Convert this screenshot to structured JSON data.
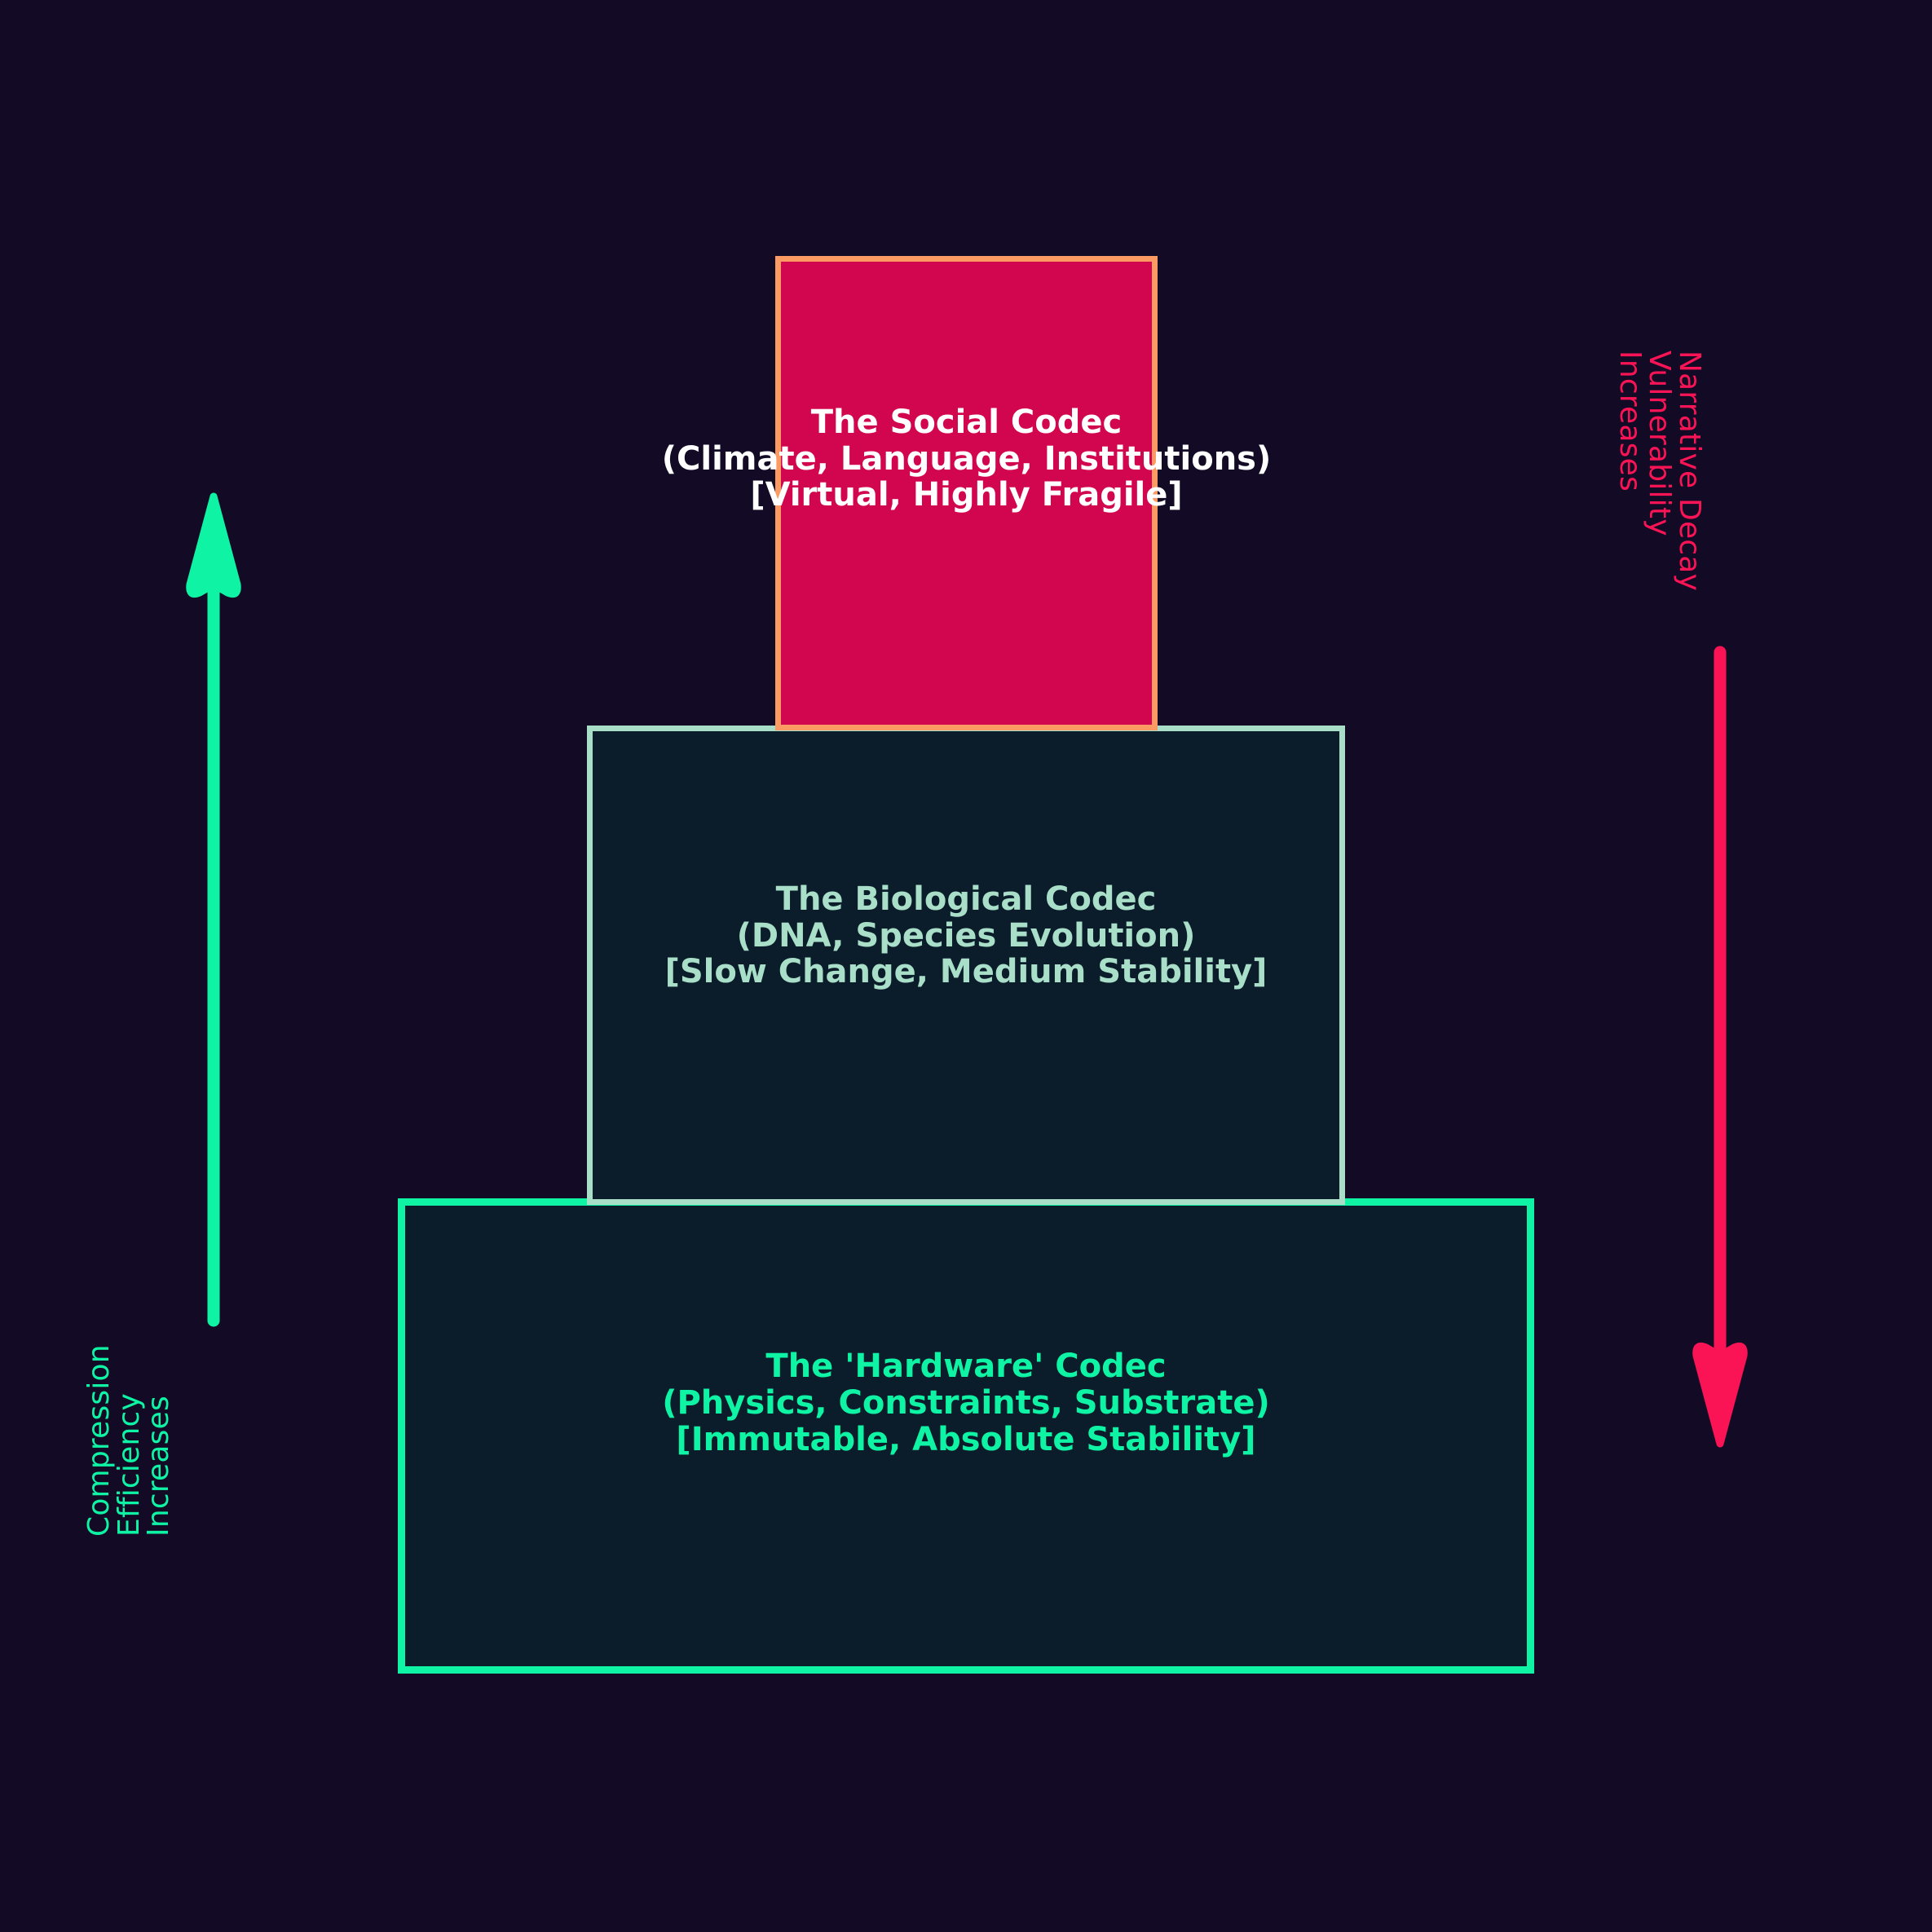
{
  "diagram": {
    "background_color": "#130b26",
    "type": "layered-stack-pyramid",
    "layers": [
      {
        "id": "social",
        "title": "The Social Codec",
        "subtitle": "(Climate, Language, Institutions)",
        "properties": "[Virtual, Highly Fragile]",
        "full_label": "The Social Codec\n(Climate, Language, Institutions)\n[Virtual, Highly Fragile]",
        "fill_color": "#d1064e",
        "border_color": "#fb9a62",
        "text_color": "#ffffff",
        "position": "top",
        "relative_width": "narrowest"
      },
      {
        "id": "biological",
        "title": "The Biological Codec",
        "subtitle": "(DNA, Species Evolution)",
        "properties": "[Slow Change, Medium Stability]",
        "full_label": "The Biological Codec\n(DNA, Species Evolution)\n[Slow Change, Medium Stability]",
        "fill_color": "#0b1d2b",
        "border_color": "#a9dfc9",
        "text_color": "#a9dfc9",
        "position": "middle",
        "relative_width": "medium"
      },
      {
        "id": "hardware",
        "title": "The 'Hardware' Codec",
        "subtitle": "(Physics, Constraints, Substrate)",
        "properties": "[Immutable, Absolute Stability]",
        "full_label": "The 'Hardware' Codec\n(Physics, Constraints, Substrate)\n[Immutable, Absolute Stability]",
        "fill_color": "#0b1d2b",
        "border_color": "#0ff4a4",
        "text_color": "#0ff4a4",
        "position": "bottom",
        "relative_width": "widest"
      }
    ],
    "axes": [
      {
        "id": "left-axis",
        "caption": "Compression\nEfficiency\nIncreases",
        "color": "#0ff4a4",
        "direction": "up",
        "side": "left",
        "arrow_icon": "arrow-up-icon"
      },
      {
        "id": "right-axis",
        "caption": "Narrative Decay\nVulnerability\nIncreases",
        "color": "#fb1455",
        "direction": "down",
        "side": "right",
        "arrow_icon": "arrow-down-icon"
      }
    ]
  }
}
